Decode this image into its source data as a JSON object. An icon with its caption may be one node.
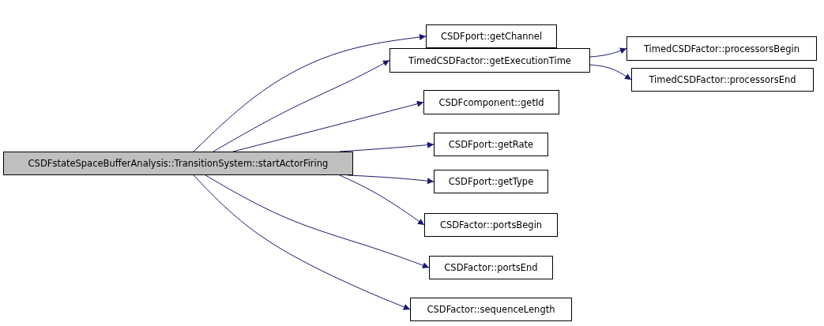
{
  "diagram": {
    "nodes": [
      {
        "text": [
          "CSDFstateSpaceBufferAnalysis::TransitionSystem::startActorFiring"
        ]
      },
      {
        "text": [
          "CSDFport::getChannel"
        ]
      },
      {
        "text": [
          "TimedCSDFactor::getExecutionTime"
        ]
      },
      {
        "text": [
          "TimedCSDFactor::processorsBegin"
        ]
      },
      {
        "text": [
          "TimedCSDFactor::processorsEnd"
        ]
      },
      {
        "text": [
          "CSDFcomponent::getId"
        ]
      },
      {
        "text": [
          "CSDFport::getRate"
        ]
      },
      {
        "text": [
          "CSDFport::getType"
        ]
      },
      {
        "text": [
          "CSDFactor::portsBegin"
        ]
      },
      {
        "text": [
          "CSDFactor::portsEnd"
        ]
      },
      {
        "text": [
          "CSDFactor::sequenceLength"
        ]
      }
    ],
    "edges": [
      {
        "from": 0,
        "to": 1,
        "arrow": "to"
      },
      {
        "from": 0,
        "to": 2,
        "arrow": "to"
      },
      {
        "from": 0,
        "to": 5,
        "arrow": "to"
      },
      {
        "from": 0,
        "to": 6,
        "arrow": "to"
      },
      {
        "from": 0,
        "to": 7,
        "arrow": "to"
      },
      {
        "from": 0,
        "to": 8,
        "arrow": "to"
      },
      {
        "from": 0,
        "to": 9,
        "arrow": "to"
      },
      {
        "from": 0,
        "to": 10,
        "arrow": "to"
      },
      {
        "from": 2,
        "to": 3,
        "arrow": "to"
      },
      {
        "from": 2,
        "to": 4,
        "arrow": "to"
      }
    ]
  }
}
